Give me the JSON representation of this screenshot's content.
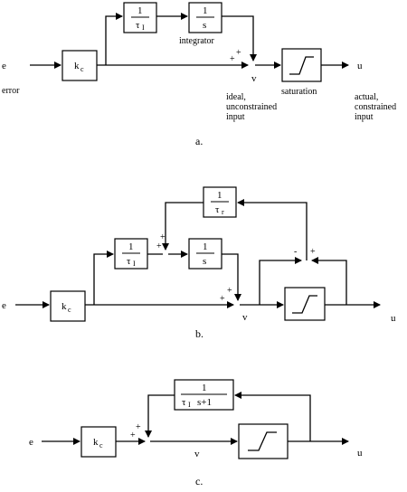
{
  "diagram_a": {
    "input": "e",
    "error_label": "error",
    "gain": {
      "k": "k",
      "sub": "c"
    },
    "integral_gain": {
      "num": "1",
      "den": "τ",
      "den_sub": "I"
    },
    "integrator": {
      "num": "1",
      "den": "s"
    },
    "integrator_label": "integrator",
    "signs": [
      "+",
      "+"
    ],
    "v": "v",
    "ideal_label": [
      "ideal,",
      "unconstrained",
      "input"
    ],
    "saturation_label": "saturation",
    "output": "u",
    "actual_label": [
      "actual,",
      "constrained",
      "input"
    ],
    "caption": "a."
  },
  "diagram_b": {
    "input": "e",
    "gain": {
      "k": "k",
      "sub": "c"
    },
    "integral_gain": {
      "num": "1",
      "den": "τ",
      "den_sub": "I"
    },
    "integrator": {
      "num": "1",
      "den": "s"
    },
    "reset_gain": {
      "num": "1",
      "den": "τ",
      "den_sub": "r"
    },
    "signs_sum1": [
      "+",
      "+"
    ],
    "signs_sum2": [
      "+",
      "+"
    ],
    "signs_sum3": [
      "-",
      "+"
    ],
    "v": "v",
    "output": "u",
    "caption": "b."
  },
  "diagram_c": {
    "input": "e",
    "gain": {
      "k": "k",
      "sub": "c"
    },
    "filter": {
      "num": "1",
      "den": "τ",
      "den_sub": "I",
      "den_rest": "s+1"
    },
    "signs": [
      "+",
      "+"
    ],
    "v": "v",
    "output": "u",
    "caption": "c."
  }
}
